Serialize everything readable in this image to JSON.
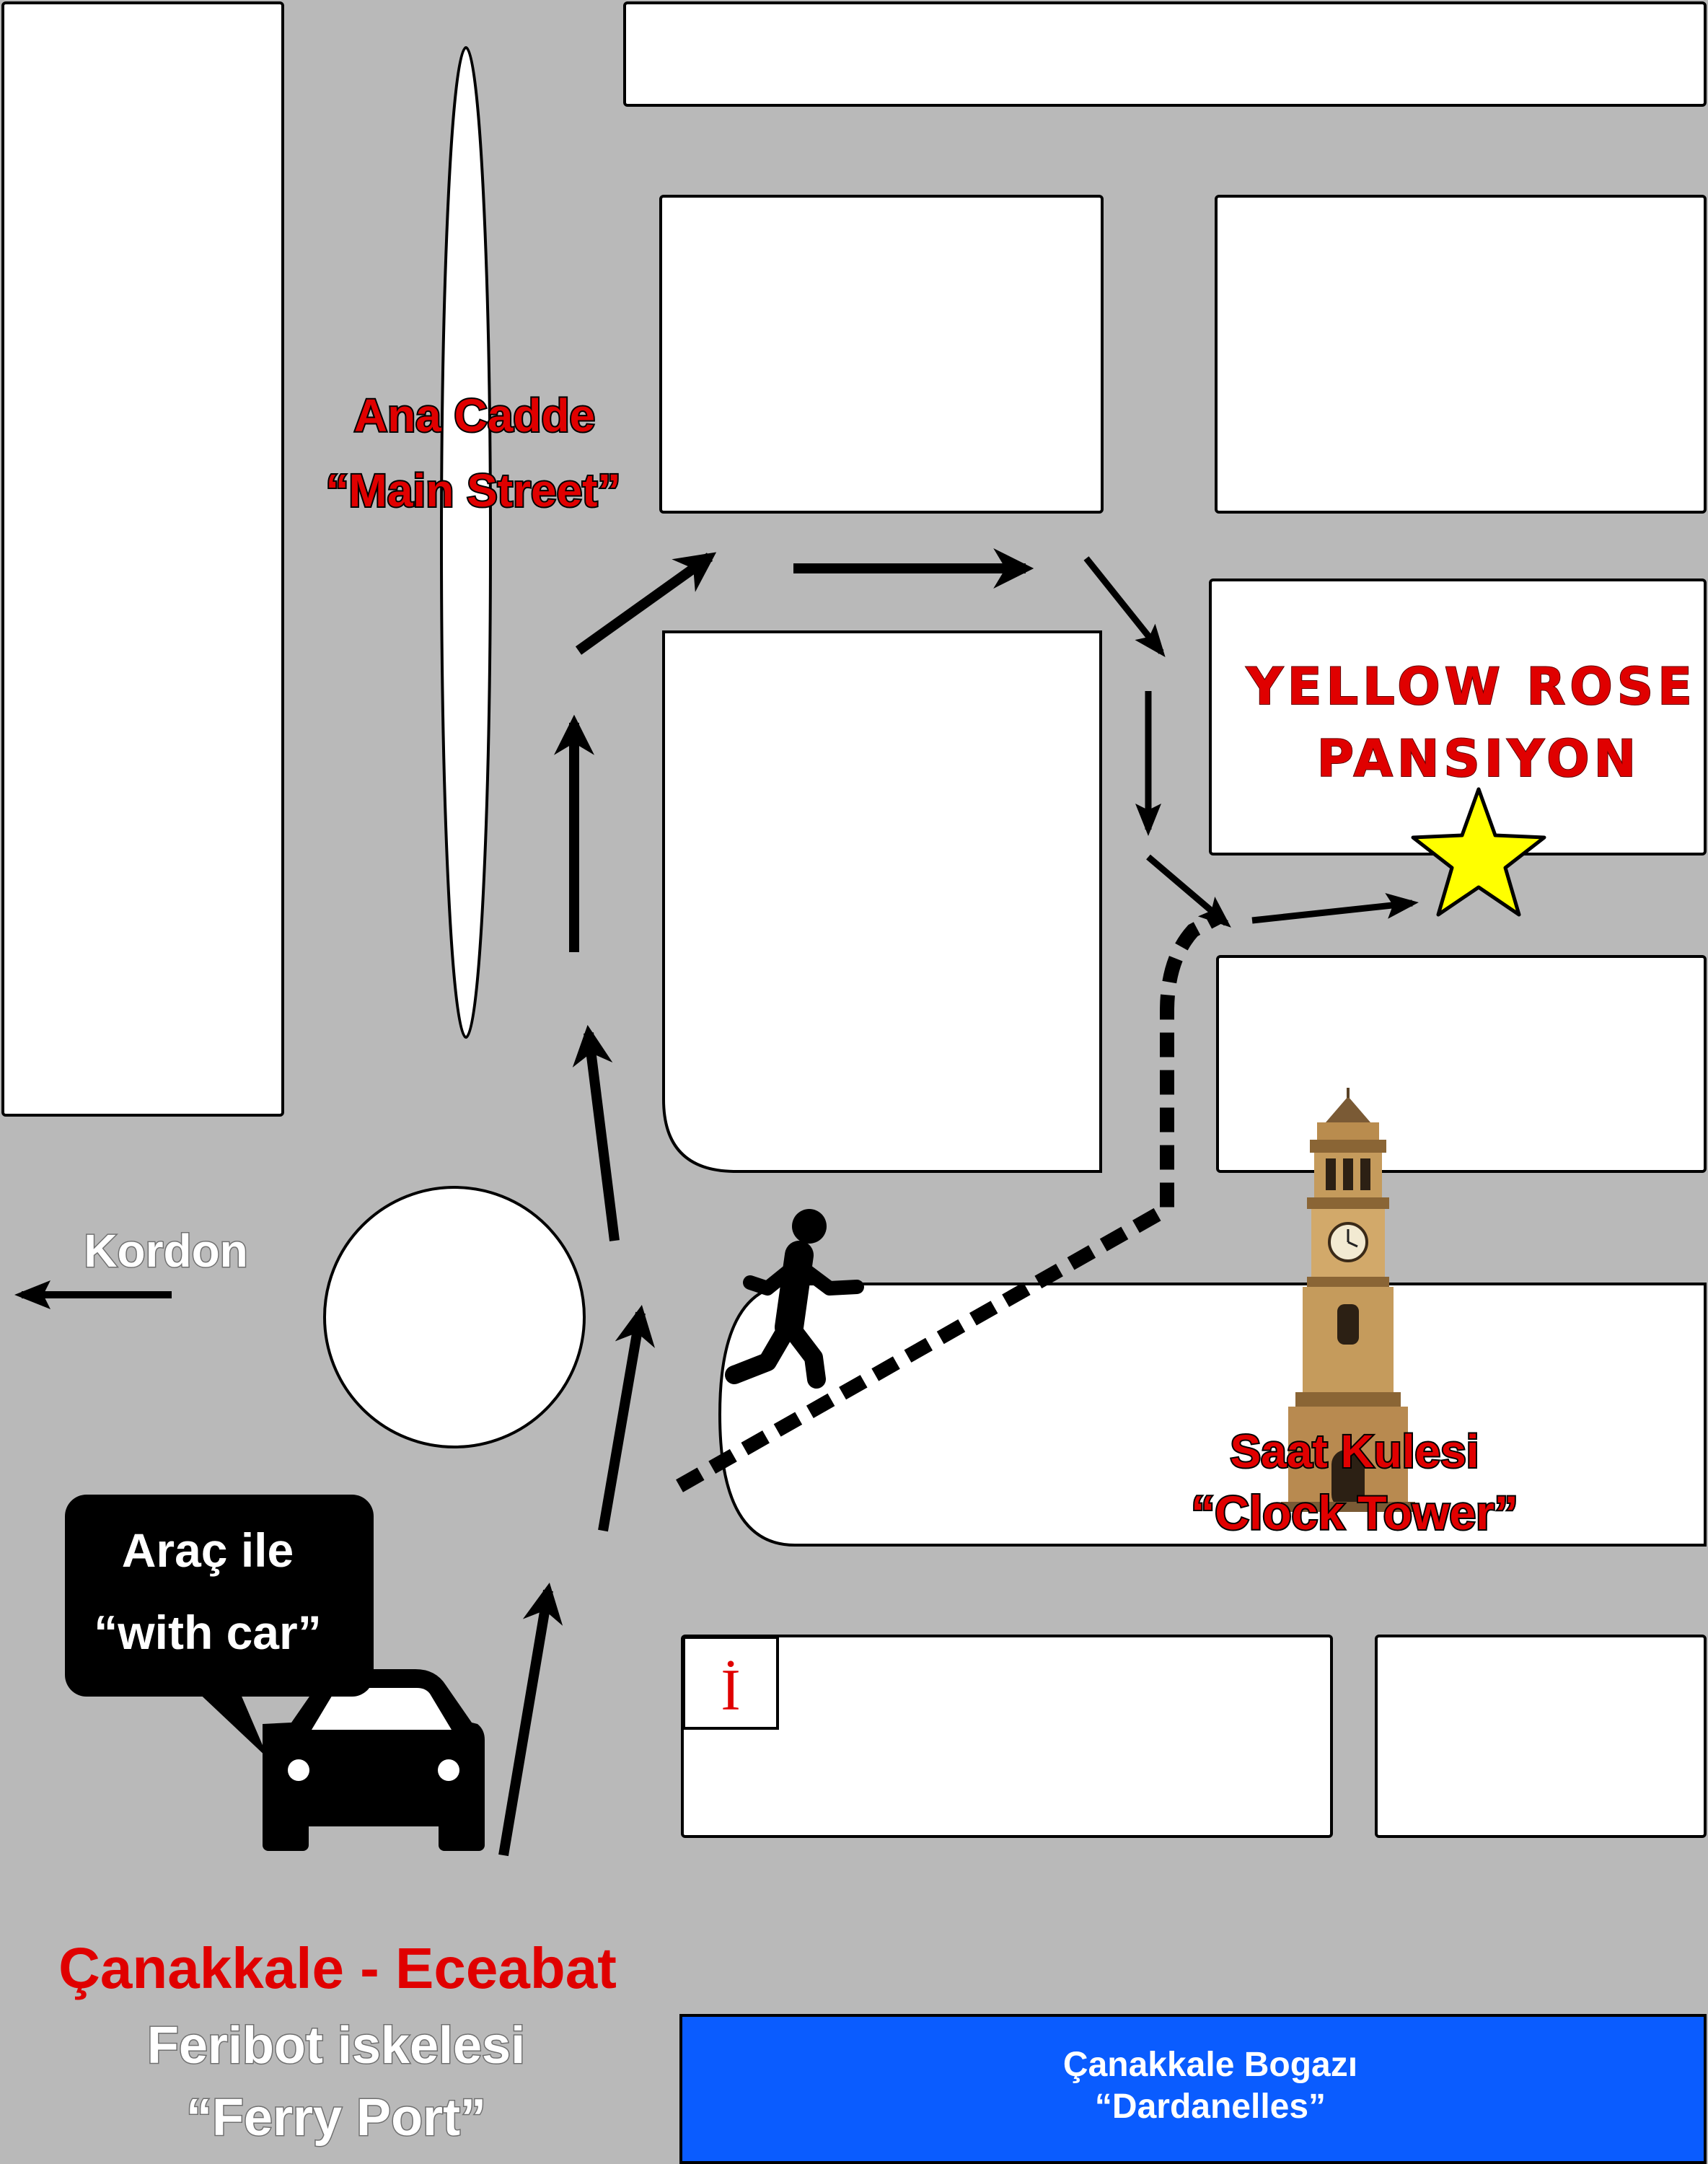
{
  "labels": {
    "main_street_tr": "Ana Cadde",
    "main_street_en": "“Main Street”",
    "hotel_line1": "YELLOW  ROSE",
    "hotel_line2": "PANSIYON",
    "kordon": "Kordon",
    "clock_tower_tr": "Saat Kulesi",
    "clock_tower_en": "“Clock Tower”",
    "car_tr": "Araç ile",
    "car_en": "“with car”",
    "info": "İ",
    "port_city": "Çanakkale - Eceabat",
    "port_tr": "Feribot  iskelesi",
    "port_en": "“Ferry  Port”",
    "strait_tr": "Çanakkale Bogazı",
    "strait_en": "“Dardanelles”"
  },
  "icons": {
    "destination": "star-icon",
    "walking": "pedestrian-icon",
    "vehicle": "car-icon",
    "landmark": "clock-tower-icon",
    "information": "info-icon"
  },
  "colors": {
    "road": "#b9b9b9",
    "block": "#ffffff",
    "accent_red": "#e00000",
    "star": "#ffff00",
    "water": "#0a5cff"
  }
}
